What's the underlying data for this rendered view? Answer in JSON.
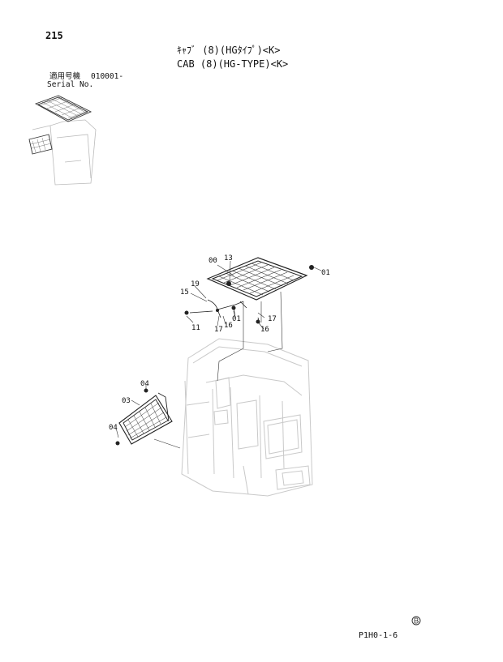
{
  "page": {
    "number": "215",
    "title_jp": "ｷｬﾌﾞ (8)(HGﾀｲﾌﾟ)<K>",
    "title_en": "CAB (8)(HG-TYPE)<K>",
    "serial_label_jp": "適用号機",
    "serial_label_en": "Serial No.",
    "serial_value": "010001-",
    "figure_code": "P1H0-1-6"
  },
  "callouts": {
    "c00": "00",
    "c13": "13",
    "c01a": "01",
    "c19": "19",
    "c15": "15",
    "c11": "11",
    "c17a": "17",
    "c16a": "16",
    "c01b": "01",
    "c17b": "17",
    "c16b": "16",
    "c04a": "04",
    "c03": "03",
    "c04b": "04"
  },
  "icons": {
    "thumbnail": "cab-location-thumbnail-icon",
    "mark": "circled-b-mark-icon"
  }
}
